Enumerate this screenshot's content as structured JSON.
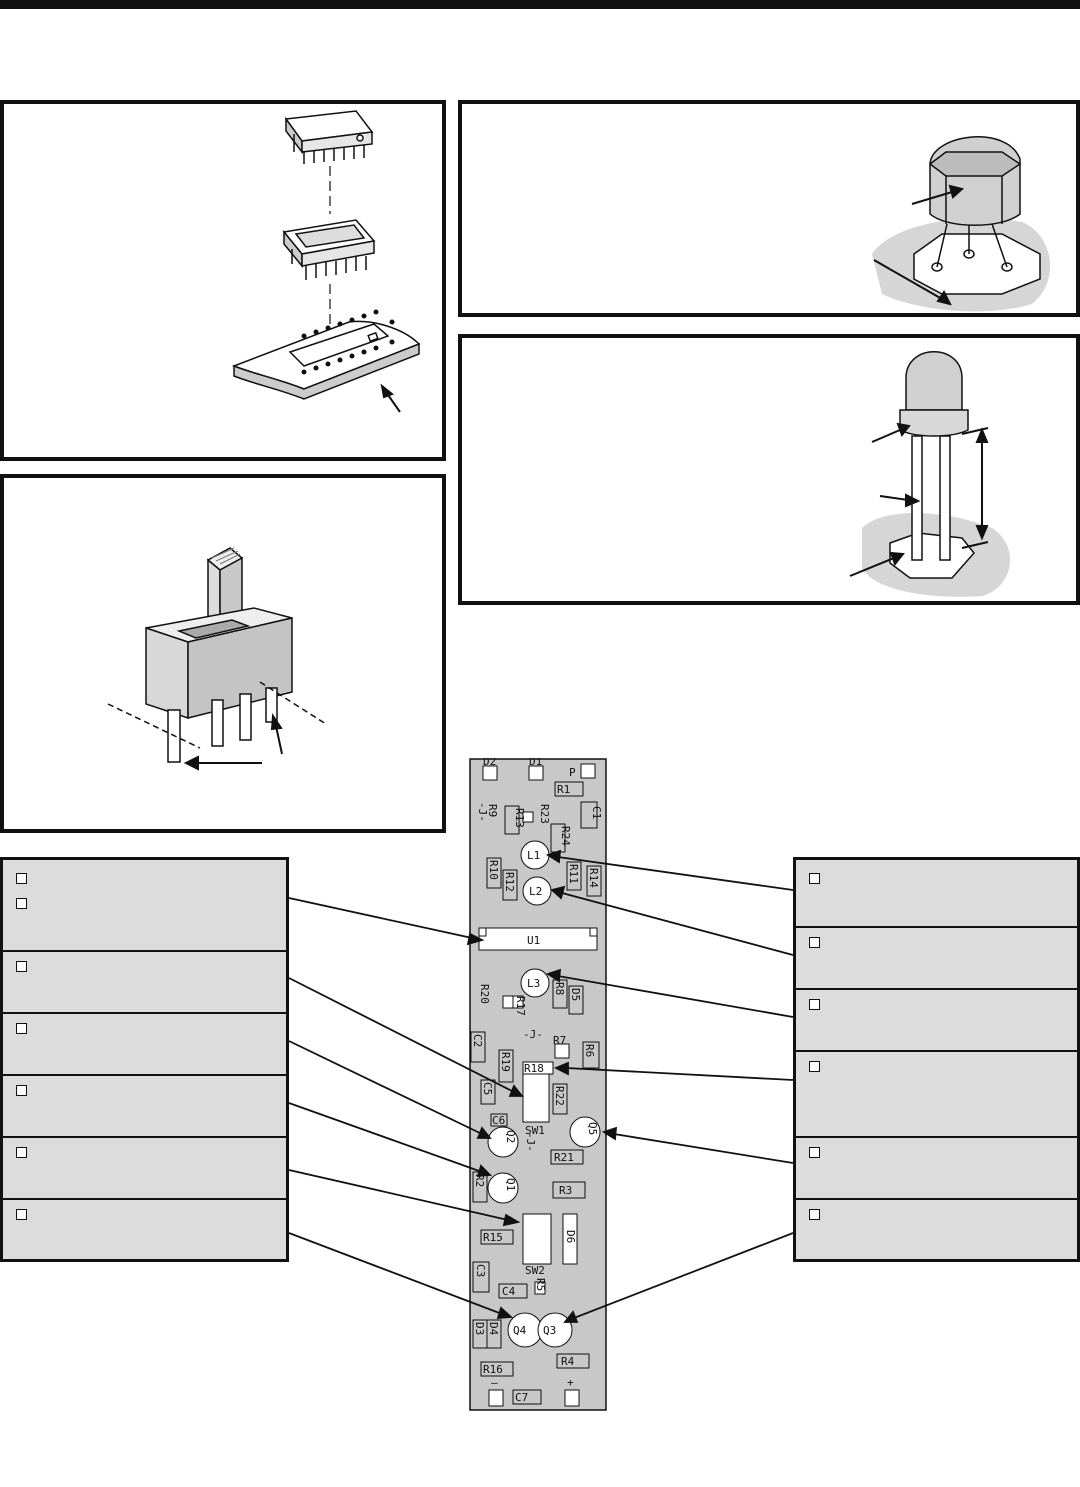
{
  "pcb": {
    "labels": {
      "d2": "D2",
      "d1": "D1",
      "p": "P",
      "r1": "R1",
      "c1": "C1",
      "r9": "R9",
      "r13": "R13",
      "r23": "R23",
      "r24": "R24",
      "j1": "-J-",
      "l1": "L1",
      "r10": "R10",
      "r12": "R12",
      "r11": "R11",
      "r14": "R14",
      "l2": "L2",
      "u1": "U1",
      "l3": "L3",
      "r8": "R8",
      "d5": "D5",
      "r20": "R20",
      "r17": "R17",
      "j2": "-J-",
      "r7": "R7",
      "c2": "C2",
      "r6": "R6",
      "r19": "R19",
      "r18": "R18",
      "c5": "C5",
      "r22": "R22",
      "c6": "C6",
      "sw1": "SW1",
      "q2": "Q2",
      "q5": "Q5",
      "j3": "-J-",
      "r21": "R21",
      "r2": "R2",
      "q1": "Q1",
      "r3": "R3",
      "r15": "R15",
      "d6": "D6",
      "sw2": "SW2",
      "c3": "C3",
      "c4": "C4",
      "r5": "R5",
      "d3": "D3",
      "d4": "D4",
      "q4": "Q4",
      "q3": "Q3",
      "r16": "R16",
      "r4": "R4",
      "minus": "–",
      "plus": "+",
      "c7": "C7"
    }
  },
  "colors": {
    "line": "#111111",
    "fill_gray": "#dcdcdc",
    "pcb_gray": "#c8c8c8"
  }
}
